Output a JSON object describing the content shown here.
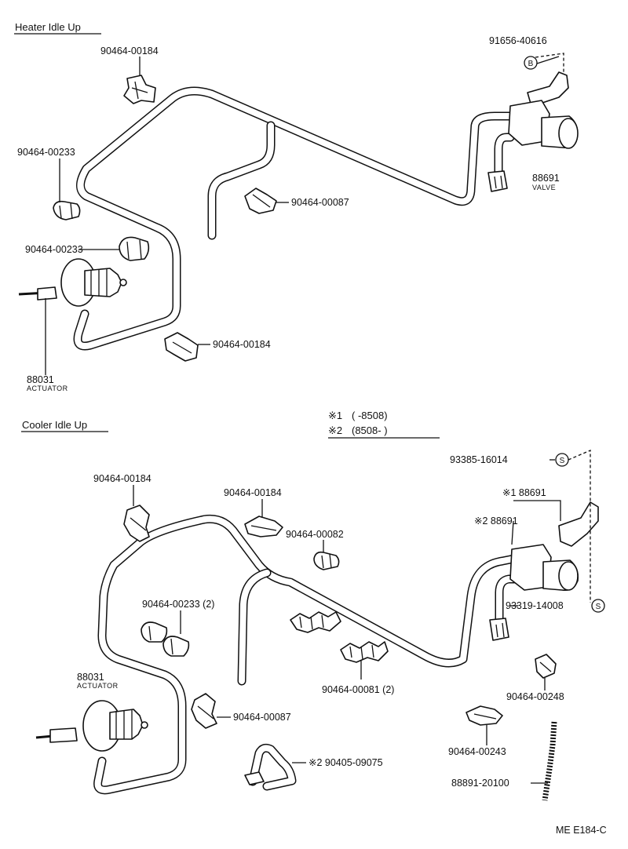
{
  "sections": {
    "heater": {
      "title": "Heater Idle Up"
    },
    "cooler": {
      "title": "Cooler Idle Up"
    }
  },
  "notes": {
    "note1": {
      "mark": "※1",
      "text": "(        -8508)"
    },
    "note2": {
      "mark": "※2",
      "text": "(8508-         )"
    }
  },
  "heater": {
    "clip_top": "90464-00184",
    "clip_left": "90464-00233",
    "clip_left2": "90464-00233",
    "clip_mid": "90464-00087",
    "clip_bottom": "90464-00184",
    "bolt": "91656-40616",
    "bolt_mark": "B",
    "valve_no": "88691",
    "valve_name": "VALVE",
    "actuator_no": "88031",
    "actuator_name": "ACTUATOR"
  },
  "cooler": {
    "screw": "93385-16014",
    "screw_mark": "S",
    "screw2": "93319-14008",
    "screw2_mark": "S",
    "valve1": "※1 88691",
    "valve2": "※2 88691",
    "clip_top_left": "90464-00184",
    "clip_top_mid": "90464-00184",
    "clip_082": "90464-00082",
    "clip_233": "90464-00233 (2)",
    "clip_081": "90464-00081 (2)",
    "clip_087": "90464-00087",
    "clip_248": "90464-00248",
    "clip_243": "90464-00243",
    "hose_part": "※2 90405-09075",
    "hose_coil": "88891-20100",
    "actuator_no": "88031",
    "actuator_name": "ACTUATOR"
  },
  "footer": {
    "code": "ME E184-C"
  }
}
